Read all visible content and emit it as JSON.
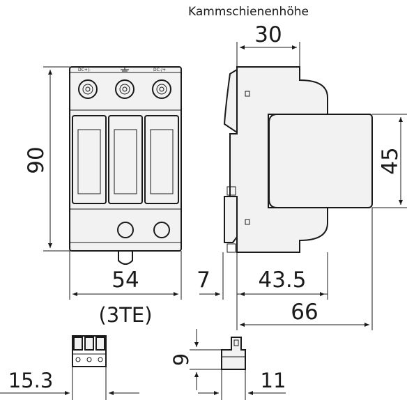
{
  "labels": {
    "top_note": "Kammschienenhöhe",
    "terminal_left": "DC+/-",
    "terminal_right": "DC-/+"
  },
  "dimensions": {
    "height": "90",
    "width": "54",
    "units": "(3TE)",
    "busbar": "30",
    "module_height": "45",
    "depth_offset": "7",
    "depth_module": "43.5",
    "depth_total": "66",
    "pitch": "15.3",
    "plug_height": "9",
    "plug_depth": "11"
  }
}
